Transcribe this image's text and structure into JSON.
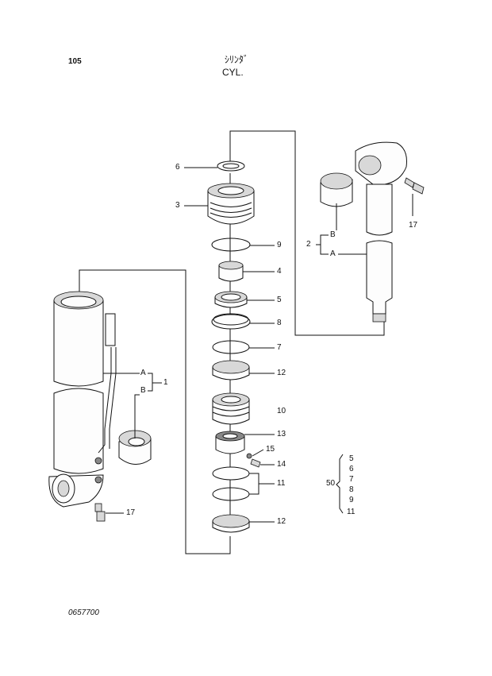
{
  "header": {
    "page_number": "105",
    "title_jp": "ｼﾘﾝﾀﾞ",
    "title_en": "CYL."
  },
  "footer": {
    "drawing_number": "0657700"
  },
  "callouts": {
    "c6": "6",
    "c3": "3",
    "c9": "9",
    "c4": "4",
    "c5": "5",
    "c8": "8",
    "c7": "7",
    "c12a": "12",
    "c10": "10",
    "c13": "13",
    "c15": "15",
    "c14": "14",
    "c11": "11",
    "c12b": "12",
    "c17a": "17",
    "c17b": "17",
    "c2": "2",
    "c2B": "B",
    "c2A": "A",
    "c1A": "A",
    "c1B": "B",
    "c1": "1"
  },
  "kit": {
    "number": "50",
    "items": [
      "5",
      "6",
      "7",
      "8",
      "9",
      "11"
    ]
  }
}
